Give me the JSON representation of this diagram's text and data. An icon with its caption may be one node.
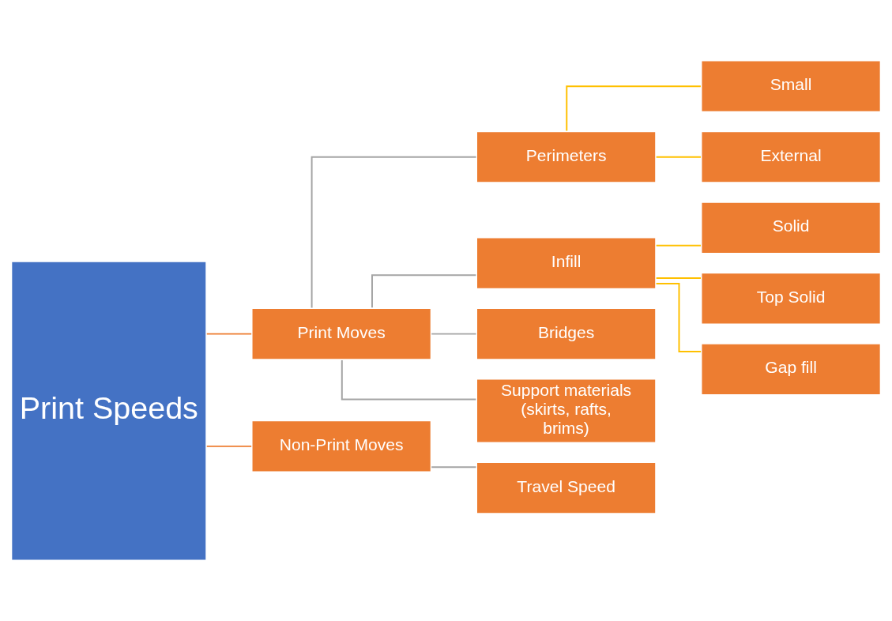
{
  "diagram": {
    "nodes": [
      {
        "text": [
          "Print Speeds"
        ]
      },
      {
        "text": [
          "Print Moves"
        ]
      },
      {
        "text": [
          "Non-Print Moves"
        ]
      },
      {
        "text": [
          "Perimeters"
        ]
      },
      {
        "text": [
          "Infill"
        ]
      },
      {
        "text": [
          "Bridges"
        ]
      },
      {
        "text": [
          "Support materials (skirts, rafts, brims)"
        ]
      },
      {
        "text": [
          "Travel Speed"
        ]
      },
      {
        "text": [
          "Small"
        ]
      },
      {
        "text": [
          "External"
        ]
      },
      {
        "text": [
          "Solid"
        ]
      },
      {
        "text": [
          "Top Solid"
        ]
      },
      {
        "text": [
          "Gap fill"
        ]
      }
    ],
    "edges": [
      {
        "from": 0,
        "to": 1,
        "arrow": "none",
        "color": "#ed7d31"
      },
      {
        "from": 0,
        "to": 2,
        "arrow": "none",
        "color": "#ed7d31"
      },
      {
        "from": 1,
        "to": 3,
        "arrow": "none",
        "color": "#a5a5a5"
      },
      {
        "from": 1,
        "to": 4,
        "arrow": "none",
        "color": "#a5a5a5"
      },
      {
        "from": 1,
        "to": 5,
        "arrow": "none",
        "color": "#a5a5a5"
      },
      {
        "from": 1,
        "to": 6,
        "arrow": "none",
        "color": "#a5a5a5"
      },
      {
        "from": 2,
        "to": 7,
        "arrow": "none",
        "color": "#a5a5a5"
      },
      {
        "from": 3,
        "to": 8,
        "arrow": "none",
        "color": "#ffc000"
      },
      {
        "from": 3,
        "to": 9,
        "arrow": "none",
        "color": "#ffc000"
      },
      {
        "from": 4,
        "to": 10,
        "arrow": "none",
        "color": "#ffc000"
      },
      {
        "from": 4,
        "to": 11,
        "arrow": "none",
        "color": "#ffc000"
      },
      {
        "from": 4,
        "to": 12,
        "arrow": "none",
        "color": "#ffc000"
      }
    ]
  }
}
